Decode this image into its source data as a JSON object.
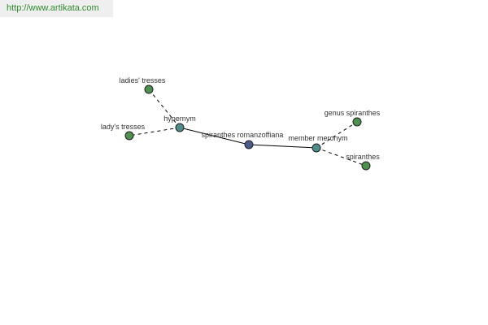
{
  "banner": {
    "url": "http://www.artikata.com"
  },
  "graph": {
    "nodes": [
      {
        "id": "center",
        "label": "spiranthes romanzoffiana",
        "color": "#4a5a8c"
      },
      {
        "id": "hypernym",
        "label": "hypernym",
        "color": "#4f8c8c"
      },
      {
        "id": "member",
        "label": "member meronym",
        "color": "#4f8c8c"
      },
      {
        "id": "ladies",
        "label": "ladies' tresses",
        "color": "#4f8f4f"
      },
      {
        "id": "ladys",
        "label": "lady's tresses",
        "color": "#4f8f4f"
      },
      {
        "id": "genus",
        "label": "genus spiranthes",
        "color": "#4f8f4f"
      },
      {
        "id": "spiranthes",
        "label": "spiranthes",
        "color": "#4f8f4f"
      }
    ],
    "edges": [
      {
        "from": "center",
        "to": "hypernym",
        "style": "solid"
      },
      {
        "from": "center",
        "to": "member",
        "style": "solid"
      },
      {
        "from": "hypernym",
        "to": "ladies",
        "style": "dashed"
      },
      {
        "from": "hypernym",
        "to": "ladys",
        "style": "dashed"
      },
      {
        "from": "member",
        "to": "genus",
        "style": "dashed"
      },
      {
        "from": "member",
        "to": "spiranthes",
        "style": "dashed"
      }
    ]
  }
}
